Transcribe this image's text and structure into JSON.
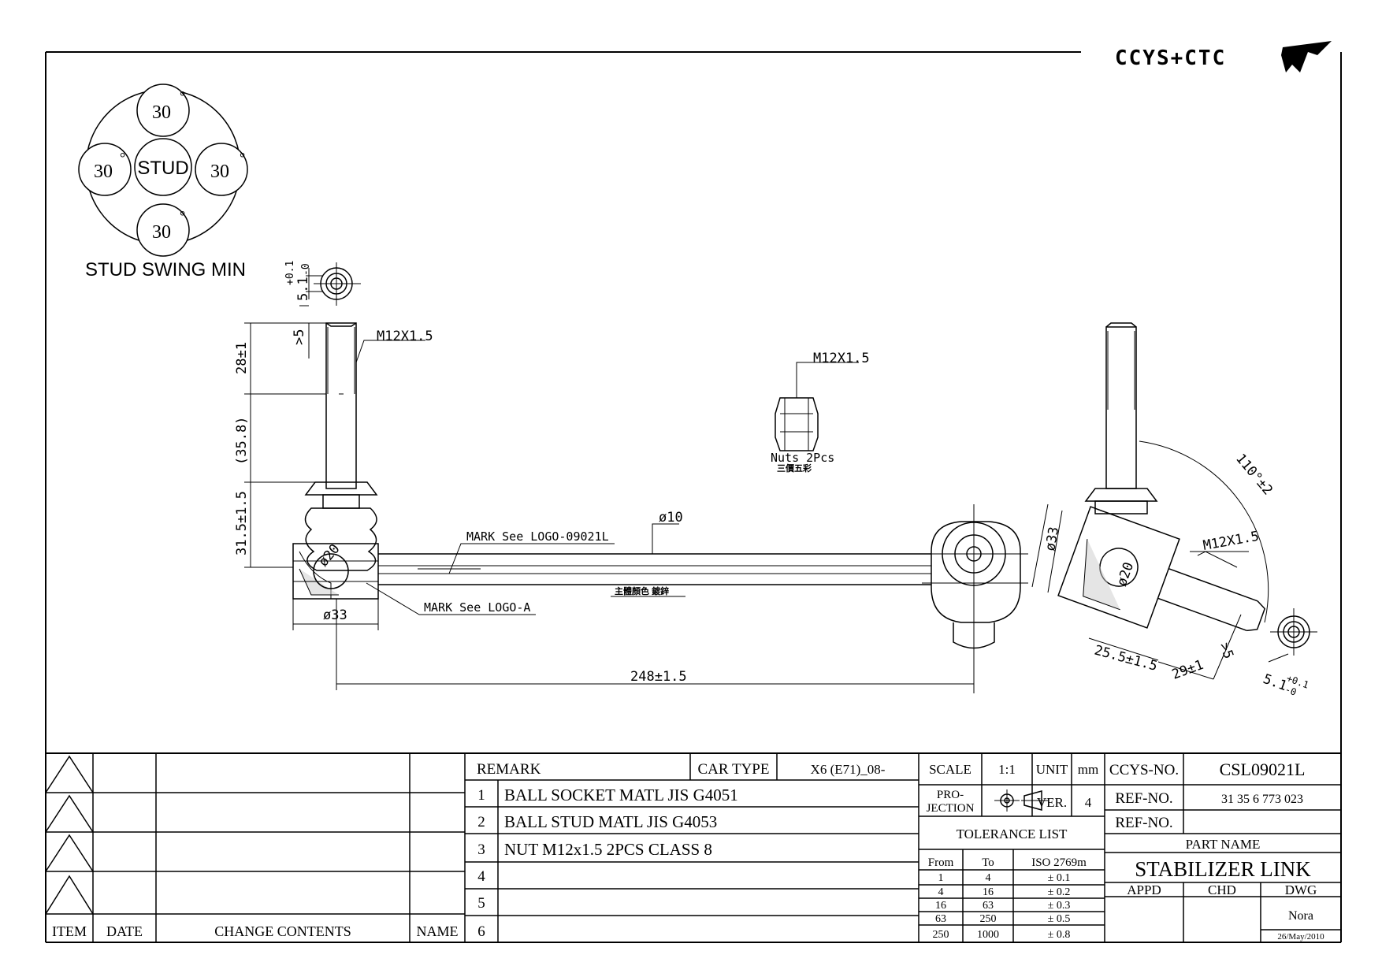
{
  "logo": {
    "text": "CCYS+CTC"
  },
  "stud_swing": {
    "top": "30",
    "left": "30",
    "right": "30",
    "bottom": "30",
    "degree_symbol": "°",
    "center": "STUD",
    "caption": "STUD SWING MIN"
  },
  "dims": {
    "thread_left": "M12X1.5",
    "thread_nut": "M12X1.5",
    "thread_right": "M12X1.5",
    "len_28": "28±1",
    "len_358": "(35.8)",
    "len_315": "31.5±1.5",
    "gt5_left": ">5",
    "gt5_right": ">5",
    "tol_top_left": "5.1",
    "tol_top_left_plus": "+0.1",
    "tol_top_left_minus": "-0",
    "tol_right": "5.1",
    "tol_right_plus": "+0.1",
    "tol_right_minus": "-0",
    "rod_dia": "ø10",
    "ball_dia_left": "ø20",
    "socket_dia_left": "ø33",
    "socket_dia_right": "ø33",
    "ball_dia_right": "ø20",
    "overall_len": "248±1.5",
    "angle": "110°±2",
    "len_255": "25.5±1.5",
    "len_29": "29±1",
    "mark_logo": "MARK See LOGO-09021L",
    "mark_logo_a": "MARK See LOGO-A",
    "nuts": "Nuts 2Pcs",
    "nuts_cn": "三價五彩",
    "body_cn": "主體顏色 鍍鋅"
  },
  "revision_block": {
    "headers": [
      "ITEM",
      "DATE",
      "CHANGE CONTENTS",
      "NAME"
    ]
  },
  "remark": {
    "label": "REMARK",
    "car_type_label": "CAR TYPE",
    "car_type": "X6 (E71)_08-",
    "items": [
      {
        "no": "1",
        "text": "BALL SOCKET MATL JIS G4051"
      },
      {
        "no": "2",
        "text": "BALL STUD MATL JIS G4053"
      },
      {
        "no": "3",
        "text": "NUT M12x1.5 2PCS CLASS 8"
      },
      {
        "no": "4",
        "text": ""
      },
      {
        "no": "5",
        "text": ""
      },
      {
        "no": "6",
        "text": ""
      }
    ]
  },
  "spec": {
    "scale_label": "SCALE",
    "scale": "1:1",
    "unit_label": "UNIT",
    "unit": "mm",
    "projection_label_1": "PRO-",
    "projection_label_2": "JECTION",
    "ver_label": "VER.",
    "ver": "4",
    "tolerance_title": "TOLERANCE LIST",
    "tolerance_headers": [
      "From",
      "To",
      "ISO 2769m"
    ],
    "tolerance_rows": [
      [
        "1",
        "4",
        "± 0.1"
      ],
      [
        "4",
        "16",
        "± 0.2"
      ],
      [
        "16",
        "63",
        "± 0.3"
      ],
      [
        "63",
        "250",
        "± 0.5"
      ],
      [
        "250",
        "1000",
        "± 0.8"
      ]
    ]
  },
  "title_block": {
    "ccys_label": "CCYS-NO.",
    "ccys_no": "CSL09021L",
    "ref_label_1": "REF-NO.",
    "ref_no_1": "31 35 6 773 023",
    "ref_label_2": "REF-NO.",
    "ref_no_2": "",
    "part_name_label": "PART NAME",
    "part_name": "STABILIZER LINK",
    "appd_label": "APPD",
    "chd_label": "CHD",
    "dwg_label": "DWG",
    "dwg_name": "Nora",
    "date": "26/May/2010"
  }
}
